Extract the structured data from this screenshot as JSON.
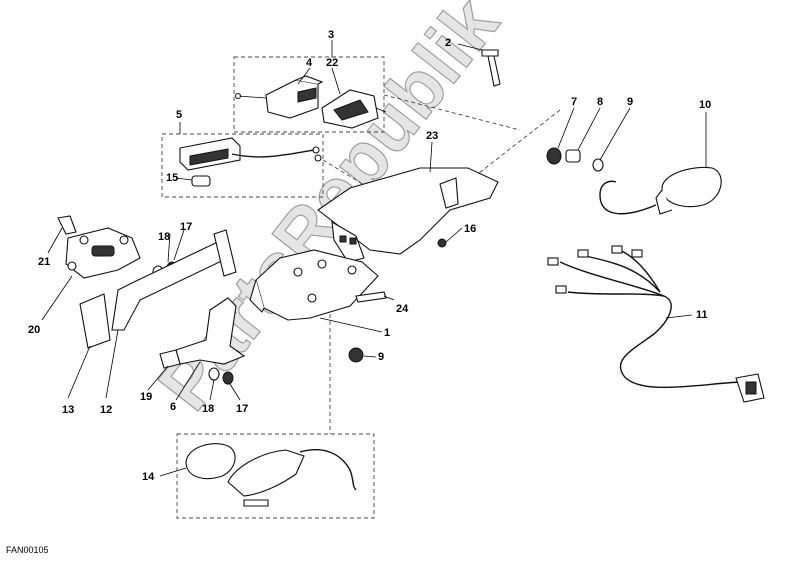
{
  "watermark": "PartsRepublik",
  "document_code": "FAN00105",
  "callouts": {
    "c3": "3",
    "c4": "4",
    "c22": "22",
    "c2": "2",
    "c5": "5",
    "c15": "15",
    "c7": "7",
    "c8": "8",
    "c9a": "9",
    "c10": "10",
    "c23": "23",
    "c16": "16",
    "c21": "21",
    "c18a": "18",
    "c17a": "17",
    "c20": "20",
    "c24": "24",
    "c1": "1",
    "c11": "11",
    "c9b": "9",
    "c13": "13",
    "c12": "12",
    "c19": "19",
    "c6": "6",
    "c18b": "18",
    "c17b": "17",
    "c14": "14"
  }
}
